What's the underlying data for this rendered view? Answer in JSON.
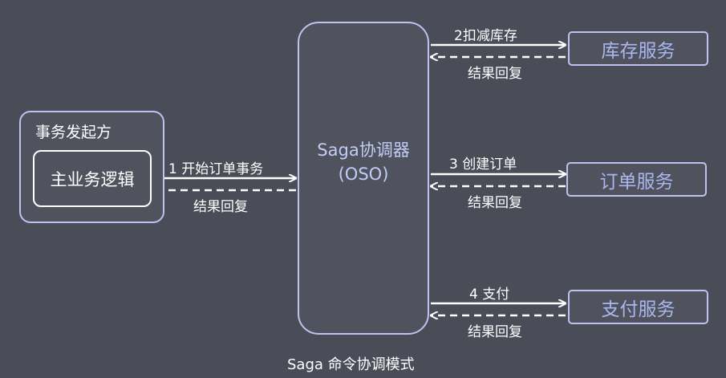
{
  "diagram": {
    "caption": "Saga 命令协调模式",
    "initiator": {
      "title": "事务发起方",
      "inner": "主业务逻辑"
    },
    "coordinator": {
      "line1": "Saga协调器",
      "line2": "(OSO)"
    },
    "services": [
      {
        "name": "库存服务",
        "request": "2扣减库存",
        "reply": "结果回复"
      },
      {
        "name": "订单服务",
        "request": "3 创建订单",
        "reply": "结果回复"
      },
      {
        "name": "支付服务",
        "request": "4 支付",
        "reply": "结果回复"
      }
    ],
    "initiator_link": {
      "request": "1 开始订单事务",
      "reply": "结果回复"
    }
  },
  "colors": {
    "background": "#4a4d57",
    "border": "#bcc3f0",
    "service_text": "#aab7ee",
    "coordinator_text": "#c2cdf7",
    "arrow": "#ffffff"
  }
}
